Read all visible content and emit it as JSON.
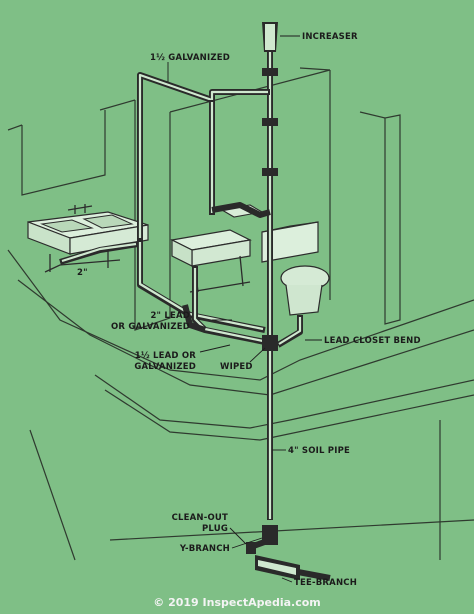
{
  "colors": {
    "background": "#7fbf86",
    "ink": "#1b1b1b",
    "fixture": "#dcefdc",
    "copyright": "#f4f4f4"
  },
  "labels": {
    "increaser": "INCREASER",
    "vent_pipe": "1½ GALVANIZED",
    "sink_drain": "2\"",
    "lead_or_galv_2_line1": "2\" LEAD",
    "lead_or_galv_2_line2": "OR GALVANIZED",
    "lead_or_galv_15_line1": "1½ LEAD OR",
    "lead_or_galv_15_line2": "GALVANIZED",
    "wiped": "WIPED",
    "lead_closet_bend": "LEAD CLOSET BEND",
    "soil_pipe": "4\" SOIL PIPE",
    "cleanout_line1": "CLEAN-OUT",
    "cleanout_line2": "PLUG",
    "y_branch": "Y-BRANCH",
    "tee_branch": "TEE-BRANCH"
  },
  "copyright": "© 2019 InspectApedia.com"
}
